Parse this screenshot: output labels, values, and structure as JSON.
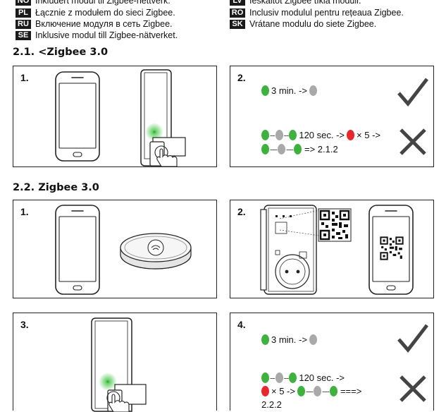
{
  "languages_left": [
    {
      "code": "NO",
      "text": "Inkludert modul til Zigbee-nettverk."
    },
    {
      "code": "PL",
      "text": "Łącznie z modułem do sieci Zigbee."
    },
    {
      "code": "RU",
      "text": "Включение модуля в сеть Zigbee."
    },
    {
      "code": "SE",
      "text": "Inklusive modul till Zigbee-nätverket."
    }
  ],
  "languages_right": [
    {
      "code": "LV",
      "text": "Ieskaitot Zigbee tīkla moduli."
    },
    {
      "code": "RO",
      "text": "Inclusiv modulul pentru rețeaua Zigbee."
    },
    {
      "code": "SK",
      "text": "Vrátane modulu do siete Zigbee."
    }
  ],
  "section_21": {
    "heading": "2.1. <Zigbee 3.0",
    "step1": "1.",
    "step2": {
      "number": "2.",
      "success_text": "3 min. ->",
      "fail_text_1": "120 sec. ->",
      "fail_text_2": "× 5 ->",
      "fail_text_3": "=> 2.1.2"
    }
  },
  "section_22": {
    "heading": "2.2. Zigbee 3.0",
    "step1": "1.",
    "step2": "2.",
    "step3": "3.",
    "step4": {
      "number": "4.",
      "success_text": "3 min. ->",
      "fail_text_1": "120 sec. ->",
      "fail_text_2": "× 5 ->",
      "fail_text_3": "===>",
      "fail_text_4": "2.2.2"
    }
  },
  "icons": [
    "smartphone-icon",
    "smart-plug-icon",
    "hub-icon",
    "qr-code-icon",
    "check-icon",
    "cross-icon",
    "hand-press-icon",
    "led-dot-icon"
  ],
  "colors": {
    "led_green": "#3fb13f",
    "led_gray": "#a9a9a9",
    "led_red": "#e8262b",
    "badge_bg": "#1a1a1a"
  }
}
